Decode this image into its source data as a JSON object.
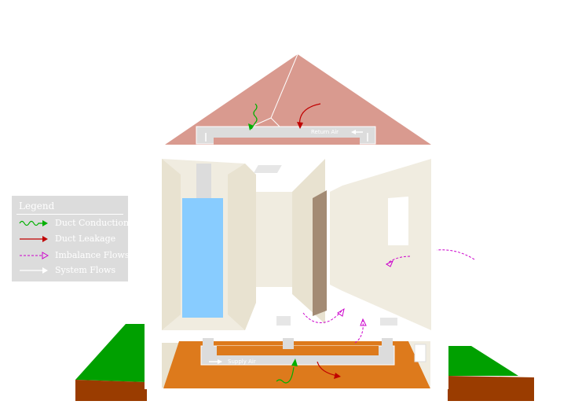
{
  "legend": {
    "title": "Legend",
    "items": [
      {
        "label": "Duct Conduction",
        "icon": "wavy-arrow-icon",
        "color": "#00b000"
      },
      {
        "label": "Duct Leakage",
        "icon": "curved-arrow-icon",
        "color": "#c00000"
      },
      {
        "label": "Imbalance Flows",
        "icon": "dashed-arrow-icon",
        "color": "#cc00cc"
      },
      {
        "label": "System Flows",
        "icon": "white-arrow-icon",
        "color": "#ffffff"
      }
    ]
  },
  "ducts": {
    "return_label": "Return Air",
    "supply_label": "Supply Air"
  },
  "colors": {
    "roof": "#d99a8f",
    "wall": "#f0ece0",
    "furnace": "#88ccff",
    "crawlspace_floor": "#dd7a1c",
    "grass": "#00a000",
    "soil": "#9a3c00",
    "door": "#a38b74"
  }
}
